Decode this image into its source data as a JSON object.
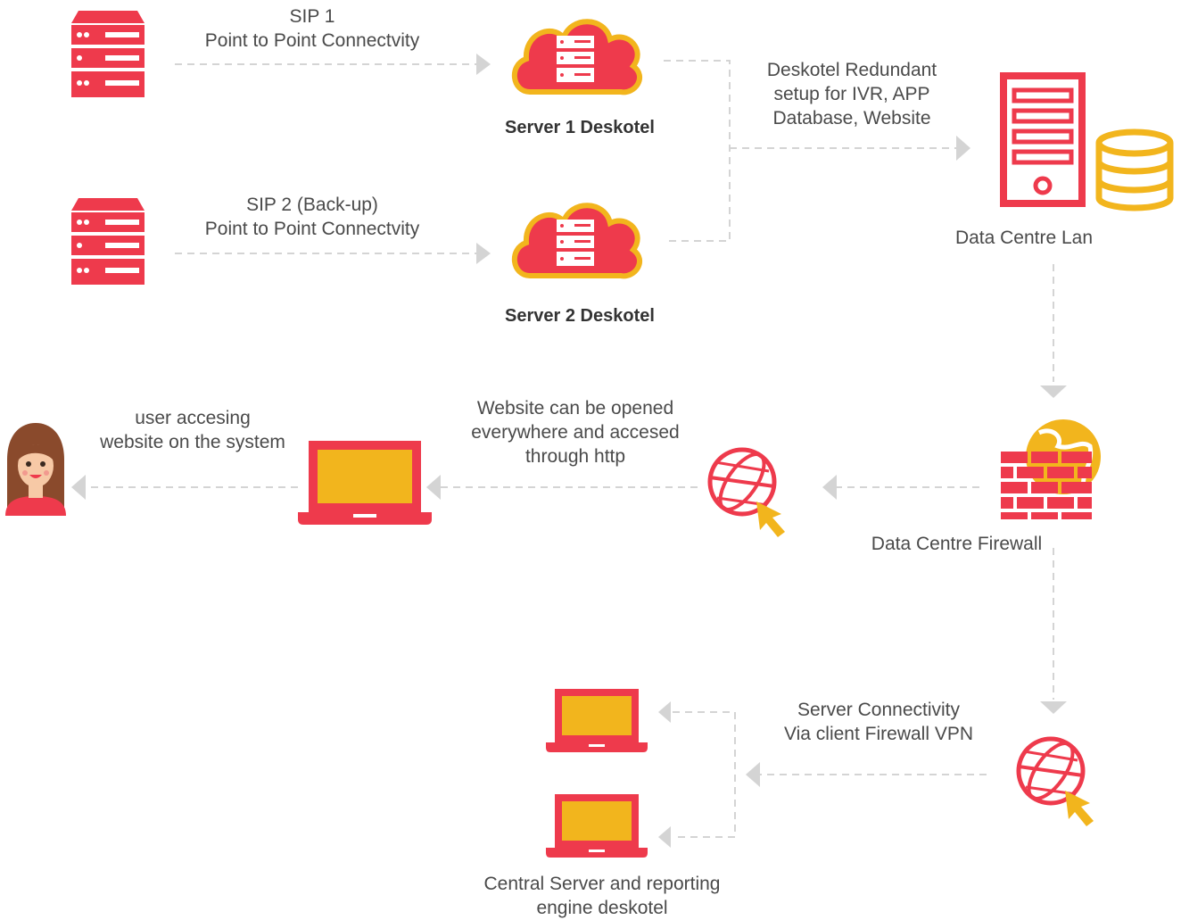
{
  "colors": {
    "red": "#ee3a4c",
    "yellow": "#f2b51d",
    "connector": "#d4d4d4",
    "text": "#4a4a4a"
  },
  "labels": {
    "sip1": [
      "SIP 1",
      "Point to Point Connectvity"
    ],
    "sip2": [
      "SIP 2 (Back-up)",
      "Point to Point Connectvity"
    ],
    "server1": "Server 1 Deskotel",
    "server2": "Server 2 Deskotel",
    "redundant": [
      "Deskotel Redundant",
      "setup for IVR, APP",
      "Database, Website"
    ],
    "dc_lan": "Data Centre Lan",
    "dc_firewall": "Data Centre Firewall",
    "website_open": [
      "Website can be opened",
      "everywhere and accesed",
      "through http"
    ],
    "user_access": [
      "user accesing",
      "website on the system"
    ],
    "server_conn": [
      "Server Connectivity",
      "Via client Firewall VPN"
    ],
    "central": [
      "Central Server and reporting",
      "engine deskotel"
    ]
  },
  "icons": [
    "server-rack-icon",
    "cloud-server-icon",
    "tower-server-icon",
    "database-icon",
    "firewall-icon",
    "globe-cursor-icon",
    "laptop-icon",
    "user-avatar-icon"
  ]
}
